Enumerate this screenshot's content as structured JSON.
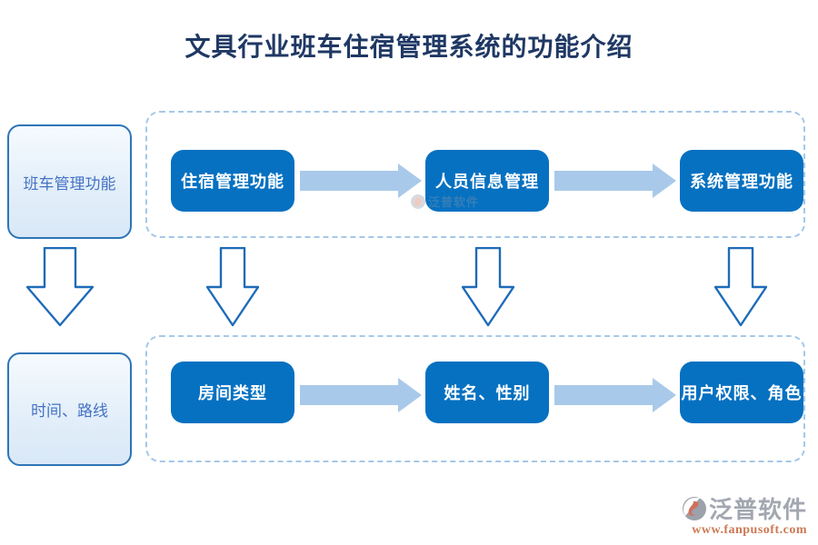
{
  "title": "文具行业班车住宿管理系统的功能介绍",
  "colors": {
    "title_color": "#1F3864",
    "box_blue": "#0671C1",
    "arrow_light_blue": "#A9C9EA",
    "outline_blue": "#1E6BB8",
    "dashed_border": "#A5C8E8",
    "left_box_border": "#2E75B6",
    "left_box_text": "#4472C4",
    "logo_gray": "#A2A7B0",
    "url_color": "#CE7A55"
  },
  "left_column": {
    "top_box": "班车管理功能",
    "bottom_box": "时间、路线"
  },
  "row1": {
    "items": [
      "住宿管理功能",
      "人员信息管理",
      "系统管理功能"
    ]
  },
  "row2": {
    "items": [
      "房间类型",
      "姓名、性别",
      "用户权限、角色"
    ]
  },
  "watermark": {
    "text": "泛普软件"
  },
  "logo": {
    "name": "泛普软件",
    "url": "www.fanpusoft.com"
  }
}
